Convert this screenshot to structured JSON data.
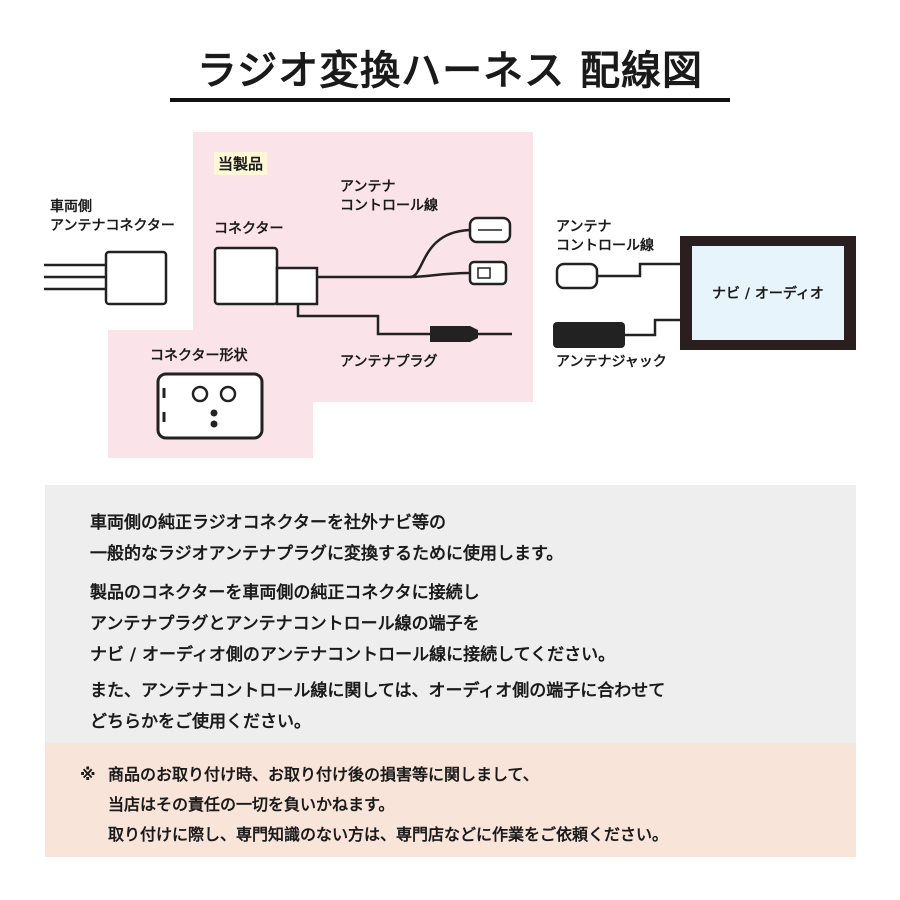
{
  "title": "ラジオ変換ハーネス 配線図",
  "diagram": {
    "product_label": "当製品",
    "vehicle_connector_label": "車両側\nアンテナコネクター",
    "connector_label": "コネクター",
    "connector_shape_label": "コネクター形状",
    "antenna_control_label_left": "アンテナ\nコントロール線",
    "antenna_plug_label": "アンテナプラグ",
    "antenna_control_label_right": "アンテナ\nコントロール線",
    "antenna_jack_label": "アンテナジャック",
    "navi_label": "ナビ / オーディオ",
    "colors": {
      "product_area": "#fbe3ea",
      "product_label_bg": "#fff8d6",
      "navi_frame": "#2a1e1e",
      "navi_screen": "#e7f4fb"
    }
  },
  "description": {
    "paragraphs": [
      "車両側の純正ラジオコネクターを社外ナビ等の\n一般的なラジオアンテナプラグに変換するために使用します。",
      "製品のコネクターを車両側の純正コネクタに接続し\nアンテナプラグとアンテナコントロール線の端子を\nナビ / オーディオ側のアンテナコントロール線に接続してください。",
      "また、アンテナコントロール線に関しては、オーディオ側の端子に合わせて\nどちらかをご使用ください。"
    ],
    "background": "#eeeeef"
  },
  "note": {
    "mark": "※",
    "text": "商品のお取り付け時、お取り付け後の損害等に関しまして、\n当店はその責任の一切を負いかねます。\n取り付けに際し、専門知識のない方は、専門店などに作業をご依頼ください。",
    "background": "#f9e4da"
  }
}
